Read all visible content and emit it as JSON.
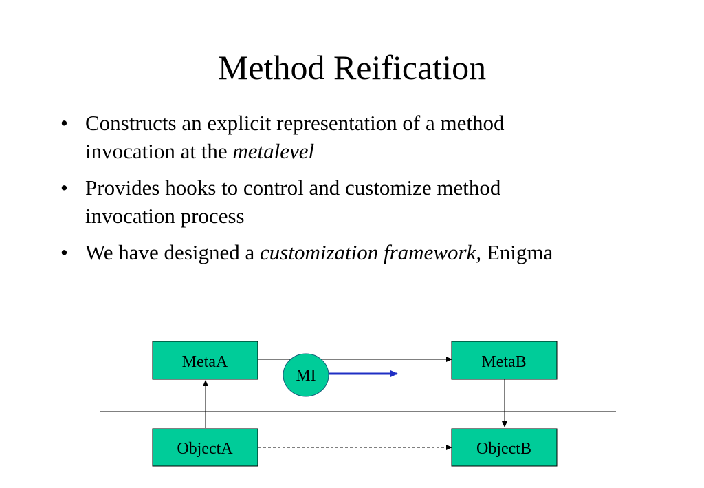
{
  "slide": {
    "title": "Method Reification",
    "bullets": [
      {
        "bullet_symbol": "•",
        "lines": [
          {
            "text": "Constructs an explicit representation of a method",
            "italic": false
          },
          {
            "text": "invocation at the ",
            "italic": false,
            "emph": "metalevel"
          }
        ]
      },
      {
        "bullet_symbol": "•",
        "lines": [
          {
            "text": "Provides hooks to control and customize method"
          },
          {
            "text": "invocation process"
          }
        ]
      },
      {
        "bullet_symbol": "•",
        "lines": [
          {
            "text": "We have designed a ",
            "emph": "customization framework,",
            "after": " Enigma"
          }
        ]
      }
    ]
  },
  "diagram": {
    "nodes": {
      "meta_a": "MetaA",
      "meta_b": "MetaB",
      "object_a": "ObjectA",
      "object_b": "ObjectB",
      "mi": "MI"
    },
    "colors": {
      "box_fill": "#00cc99",
      "circle_fill": "#00cc99",
      "mi_arrow": "#1f2fc4",
      "line": "#000000"
    }
  }
}
